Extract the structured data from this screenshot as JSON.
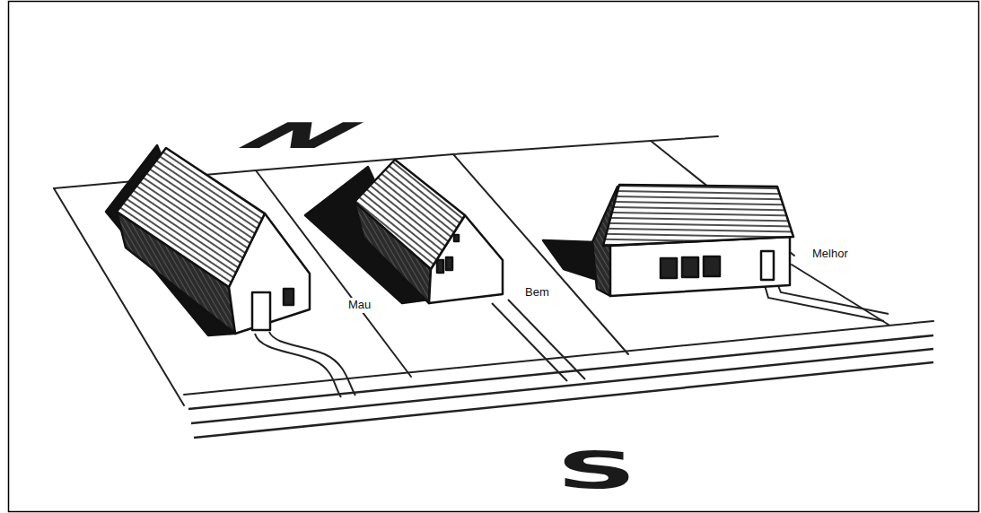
{
  "diagram": {
    "labels": [
      "N",
      "Mau",
      "Bem",
      "Melhor",
      "S"
    ]
  }
}
